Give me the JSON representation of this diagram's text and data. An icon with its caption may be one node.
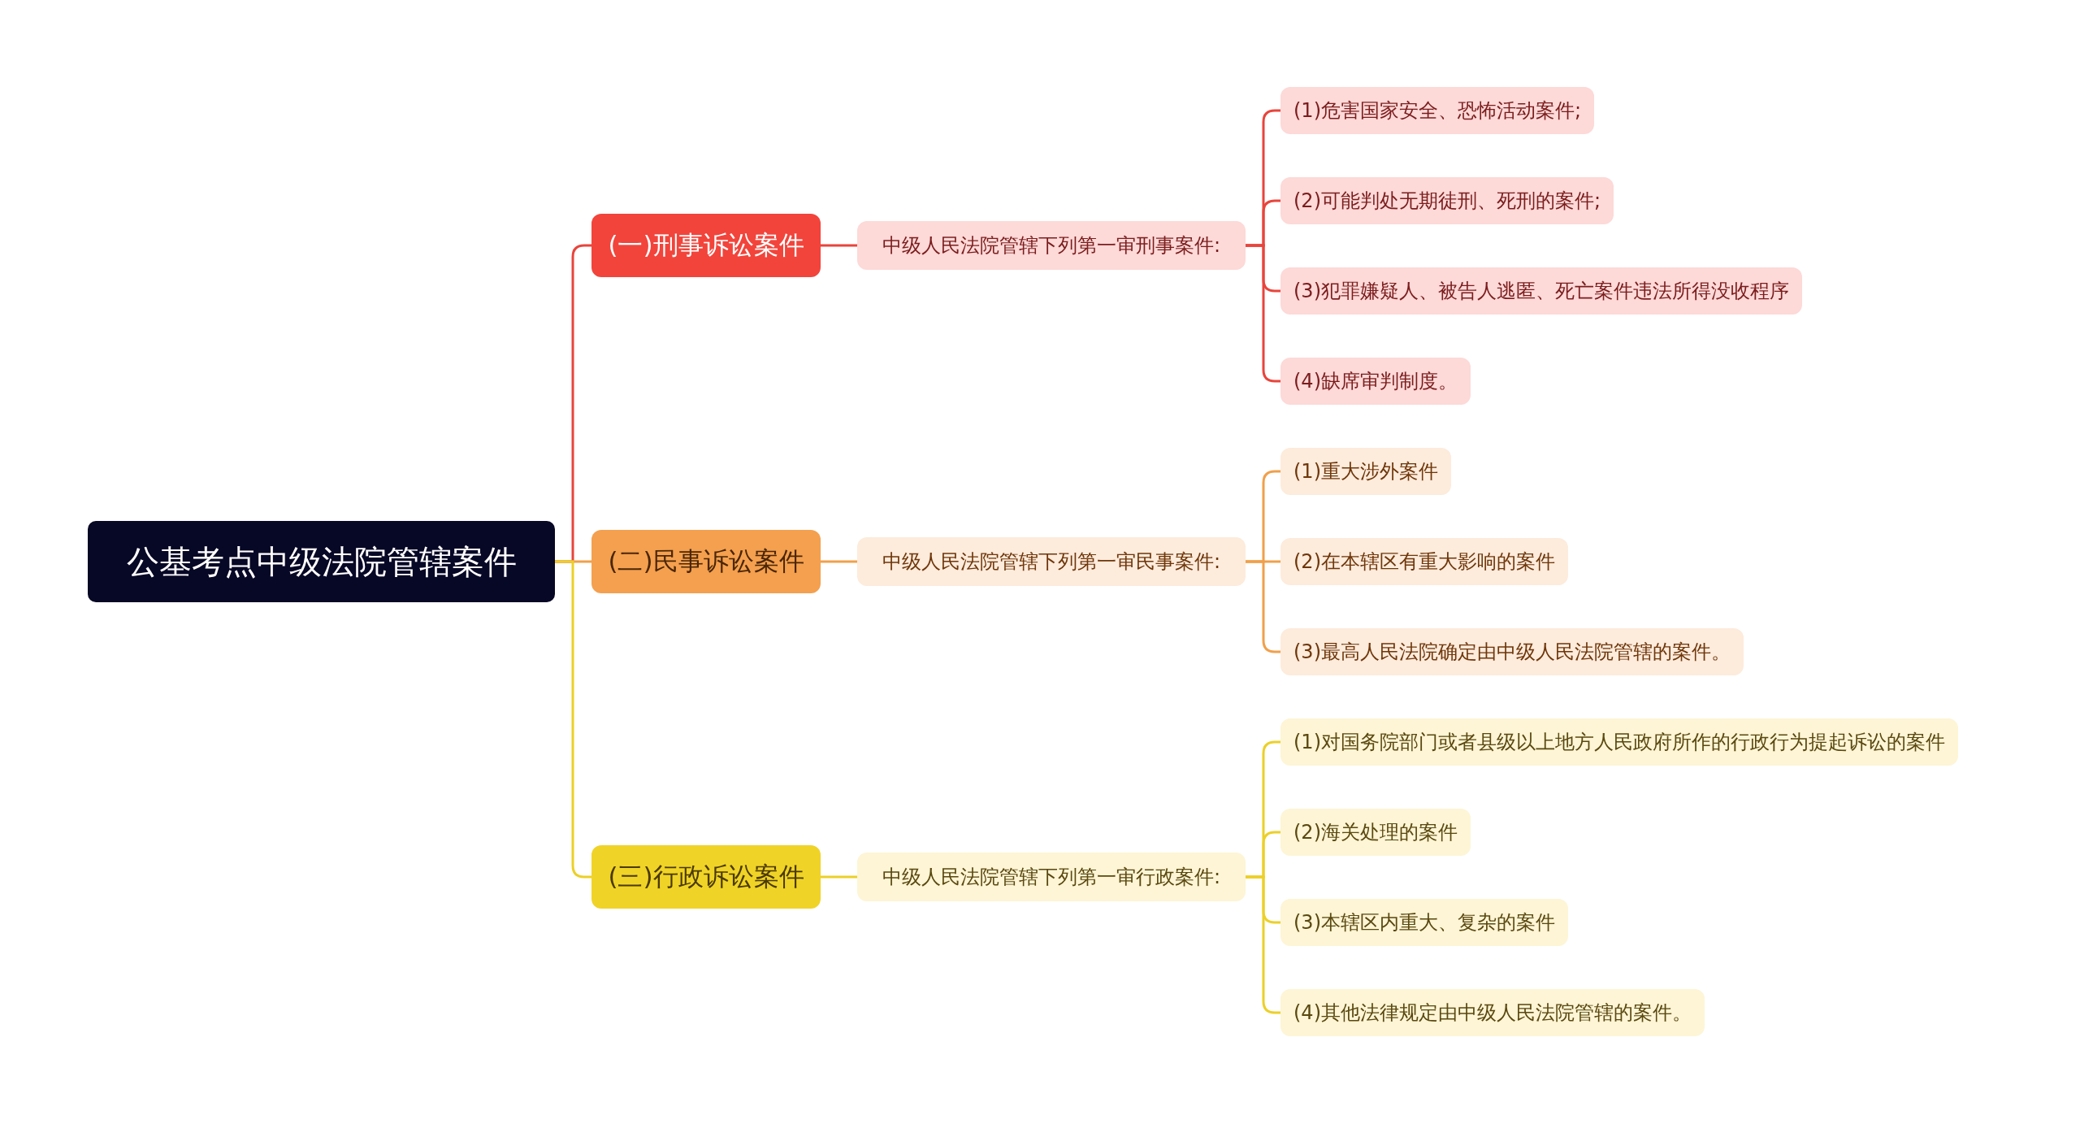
{
  "diagram": {
    "nodes": [
      {
        "text": [
          "公基考点中级法院管辖案件"
        ]
      },
      {
        "text": [
          "(一)刑事诉讼案件"
        ]
      },
      {
        "text": [
          "中级人民法院管辖下列第一审刑事案件:"
        ]
      },
      {
        "text": [
          "(1)危害国家安全、恐怖活动案件;"
        ]
      },
      {
        "text": [
          "(2)可能判处无期徒刑、死刑的案件;"
        ]
      },
      {
        "text": [
          "(3)犯罪嫌疑人、被告人逃匿、死亡案件违法所得没收程序"
        ]
      },
      {
        "text": [
          "(4)缺席审判制度。"
        ]
      },
      {
        "text": [
          "(二)民事诉讼案件"
        ]
      },
      {
        "text": [
          "中级人民法院管辖下列第一审民事案件:"
        ]
      },
      {
        "text": [
          "(1)重大涉外案件"
        ]
      },
      {
        "text": [
          "(2)在本辖区有重大影响的案件"
        ]
      },
      {
        "text": [
          "(3)最高人民法院确定由中级人民法院管辖的案件。"
        ]
      },
      {
        "text": [
          "(三)行政诉讼案件"
        ]
      },
      {
        "text": [
          "中级人民法院管辖下列第一审行政案件:"
        ]
      },
      {
        "text": [
          "(1)对国务院部门或者县级以上地方人民政府所作的行政行为提起诉讼的案件"
        ]
      },
      {
        "text": [
          "(2)海关处理的案件"
        ]
      },
      {
        "text": [
          "(3)本辖区内重大、复杂的案件"
        ]
      },
      {
        "text": [
          "(4)其他法律规定由中级人民法院管辖的案件。"
        ]
      }
    ],
    "edges": [
      {
        "from": 0,
        "to": 1,
        "arrow": "none",
        "color": "#e8453c"
      },
      {
        "from": 1,
        "to": 2,
        "arrow": "none",
        "color": "#e8453c"
      },
      {
        "from": 2,
        "to": 3,
        "arrow": "none",
        "color": "#e8453c"
      },
      {
        "from": 2,
        "to": 4,
        "arrow": "none",
        "color": "#e8453c"
      },
      {
        "from": 2,
        "to": 5,
        "arrow": "none",
        "color": "#e8453c"
      },
      {
        "from": 2,
        "to": 6,
        "arrow": "none",
        "color": "#e8453c"
      },
      {
        "from": 0,
        "to": 7,
        "arrow": "none",
        "color": "#f0a04b"
      },
      {
        "from": 7,
        "to": 8,
        "arrow": "none",
        "color": "#f0a04b"
      },
      {
        "from": 8,
        "to": 9,
        "arrow": "none",
        "color": "#f0a04b"
      },
      {
        "from": 8,
        "to": 10,
        "arrow": "none",
        "color": "#f0a04b"
      },
      {
        "from": 8,
        "to": 11,
        "arrow": "none",
        "color": "#f0a04b"
      },
      {
        "from": 0,
        "to": 12,
        "arrow": "none",
        "color": "#ecd028"
      },
      {
        "from": 12,
        "to": 13,
        "arrow": "none",
        "color": "#ecd028"
      },
      {
        "from": 13,
        "to": 14,
        "arrow": "none",
        "color": "#ecd028"
      },
      {
        "from": 13,
        "to": 15,
        "arrow": "none",
        "color": "#ecd028"
      },
      {
        "from": 13,
        "to": 16,
        "arrow": "none",
        "color": "#ecd028"
      },
      {
        "from": 13,
        "to": 17,
        "arrow": "none",
        "color": "#ecd028"
      }
    ]
  }
}
